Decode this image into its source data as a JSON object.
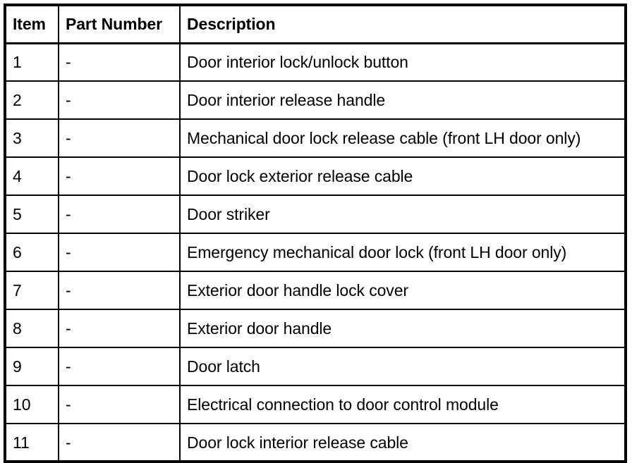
{
  "table": {
    "columns": [
      {
        "key": "item",
        "label": "Item",
        "align": "left"
      },
      {
        "key": "part_number",
        "label": "Part Number",
        "align": "left"
      },
      {
        "key": "description",
        "label": "Description",
        "align": "center"
      }
    ],
    "rows": [
      {
        "item": "1",
        "part_number": "-",
        "description": "Door interior lock/unlock button"
      },
      {
        "item": "2",
        "part_number": "-",
        "description": "Door interior release handle"
      },
      {
        "item": "3",
        "part_number": "-",
        "description": "Mechanical door lock release cable (front LH door only)"
      },
      {
        "item": "4",
        "part_number": "-",
        "description": "Door lock exterior release cable"
      },
      {
        "item": "5",
        "part_number": "-",
        "description": "Door striker"
      },
      {
        "item": "6",
        "part_number": "-",
        "description": "Emergency mechanical door lock (front LH door only)"
      },
      {
        "item": "7",
        "part_number": "-",
        "description": "Exterior door handle lock cover"
      },
      {
        "item": "8",
        "part_number": "-",
        "description": "Exterior door handle"
      },
      {
        "item": "9",
        "part_number": "-",
        "description": "Door latch"
      },
      {
        "item": "10",
        "part_number": "-",
        "description": "Electrical connection to door control module"
      },
      {
        "item": "11",
        "part_number": "-",
        "description": "Door lock interior release cable"
      }
    ]
  },
  "style": {
    "text_color": "#000000",
    "background_color": "#ffffff",
    "border_color": "#000000"
  }
}
